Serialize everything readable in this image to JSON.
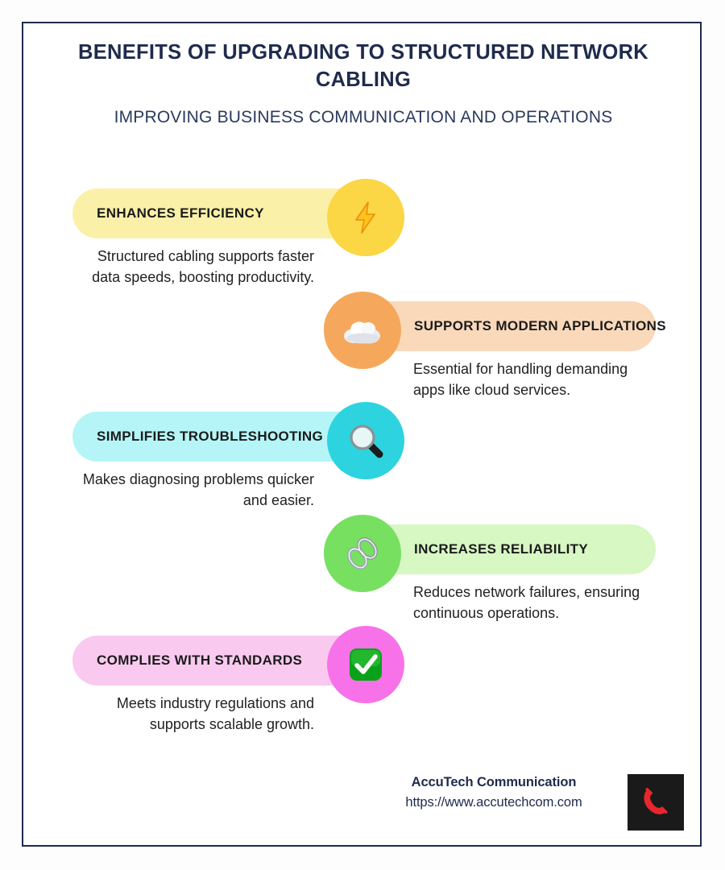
{
  "header": {
    "title": "BENEFITS OF UPGRADING TO STRUCTURED NETWORK CABLING",
    "subtitle": "IMPROVING BUSINESS COMMUNICATION AND OPERATIONS"
  },
  "colors": {
    "border": "#1f2b4d",
    "title_color": "#1f2b4d",
    "subtitle_color": "#2b3a5c",
    "body_text": "#222222",
    "logo_background": "#1a1a1a",
    "logo_phone": "#e8262d"
  },
  "benefits": [
    {
      "label": "ENHANCES EFFICIENCY",
      "description": "Structured cabling supports faster data speeds, boosting productivity.",
      "icon": "lightning-bolt-icon",
      "side": "left",
      "pill_color": "#fbf0a8",
      "circle_color": "#fbd645"
    },
    {
      "label": "SUPPORTS MODERN APPLICATIONS",
      "description": "Essential for handling demanding apps like cloud services.",
      "icon": "cloud-icon",
      "side": "right",
      "pill_color": "#fad9bb",
      "circle_color": "#f5a85c"
    },
    {
      "label": "SIMPLIFIES TROUBLESHOOTING",
      "description": "Makes diagnosing problems quicker and easier.",
      "icon": "magnifying-glass-icon",
      "side": "left",
      "pill_color": "#b5f5f7",
      "circle_color": "#2dd4e0"
    },
    {
      "label": "INCREASES RELIABILITY",
      "description": "Reduces network failures, ensuring continuous operations.",
      "icon": "chain-link-icon",
      "side": "right",
      "pill_color": "#d7f7c3",
      "circle_color": "#77e061"
    },
    {
      "label": "COMPLIES WITH STANDARDS",
      "description": "Meets industry regulations and supports scalable growth.",
      "icon": "check-mark-icon",
      "side": "left",
      "pill_color": "#f9c9f0",
      "circle_color": "#f772e8"
    }
  ],
  "footer": {
    "brand": "AccuTech Communication",
    "url": "https://www.accutechcom.com",
    "logo_icon": "telephone-icon"
  }
}
